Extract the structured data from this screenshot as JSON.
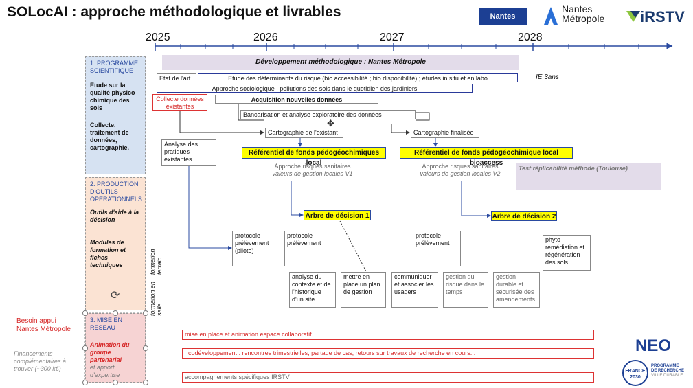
{
  "title": "SOLocAI : approche méthodologique et livrables",
  "logos": {
    "nantes": "Nantes",
    "metropole_line1": "Nantes",
    "metropole_line2": "Métropole",
    "irstv": "iRSTV"
  },
  "timeline": {
    "years": [
      "2025",
      "2026",
      "2027",
      "2028"
    ]
  },
  "sections": {
    "s1_title": "1. PROGRAMME SCIENTIFIQUE",
    "s1_body1": "Etude sur la qualité physico chimique des sols",
    "s1_body2": "Collecte, traitement de données, cartographie.",
    "s2_title": "2. PRODUCTION D'OUTILS OPERATIONNELS",
    "s2_body1": "Outils d'aide à la décision",
    "s2_body2": "Modules de formation et fiches techniques",
    "s3_title": "3. MISE EN RESEAU",
    "s3_body1": "Animation du groupe partenarial",
    "s3_body2": "et apport d'expertise"
  },
  "left_notes": {
    "besoin": "Besoin appui Nantes Métropole",
    "financements": "Financements complémentaires à trouver (~300 k€)"
  },
  "vertical": {
    "terrain": "formation terrain",
    "salle": "formation en salle"
  },
  "boxes": {
    "dev_methodo": "Développement méthodologique : Nantes Métropole",
    "etat_art": "Etat de l'art",
    "etude_det": "Etude des déterminants du risque (bio accessibilité ; bio disponibilité) ; études in situ et en labo",
    "ie": "IE 3ans",
    "approche_socio": "Approche sociologique : pollutions des sols dans le quotidien des jardiniers",
    "collecte": "Collecte données existantes",
    "acquisition": "Acquisition nouvelles données",
    "bancarisation": "Bancarisation et analyse exploratoire des données",
    "carto_existant": "Cartographie de l'existant",
    "carto_finalisee": "Cartographie finalisée",
    "analyse_pratiques": "Analyse des pratiques existantes",
    "ref_local": "Référentiel de fonds pédogéochimiques local",
    "ref_bioaccess": "Référentiel de fonds pédogéochimique local bioaccess",
    "approche_v1_line1": "Approche risques sanitaires",
    "approche_v1_line2": "valeurs de gestion locales V1",
    "approche_v2_line1": "Approche risques sanitaires",
    "approche_v2_line2": "valeurs de gestion locales V2",
    "test_repli": "Test réplicabilité méthode (Toulouse)",
    "arbre1": "Arbre de décision 1",
    "arbre2": "Arbre de décision  2",
    "proto_pilote": "protocole prélèvement (pilote)",
    "proto2": "protocole prélèvement",
    "proto3": "protocole prélèvement",
    "phyto": "phyto remédiation et régénération des sols",
    "analyse_contexte": "analyse du contexte et de l'historique d'un site",
    "plan_gestion": "mettre en place un plan de gestion",
    "communiquer": "communiquer et associer les usagers",
    "gestion_risque": "gestion du risque dans le temps",
    "gestion_durable": "gestion durable et sécurisée des amendements",
    "mise_en_place": "mise en place et animation espace collaboratif",
    "codev": "codéveloppement : rencontres trimestrielles, partage de cas, retours sur travaux de recherche en cours...",
    "accompagnements": "accompagnements spécifiques IRSTV"
  },
  "neo": {
    "label": "NEO",
    "france": "FRANCE 2030",
    "programme": "PROGRAMME DE RECHERCHE",
    "ville": "VILLE DURABLE"
  },
  "colors": {
    "blue": "#2a4aa0",
    "red": "#d62828",
    "yellow": "#ffff00",
    "lilac": "#e3dcea"
  }
}
